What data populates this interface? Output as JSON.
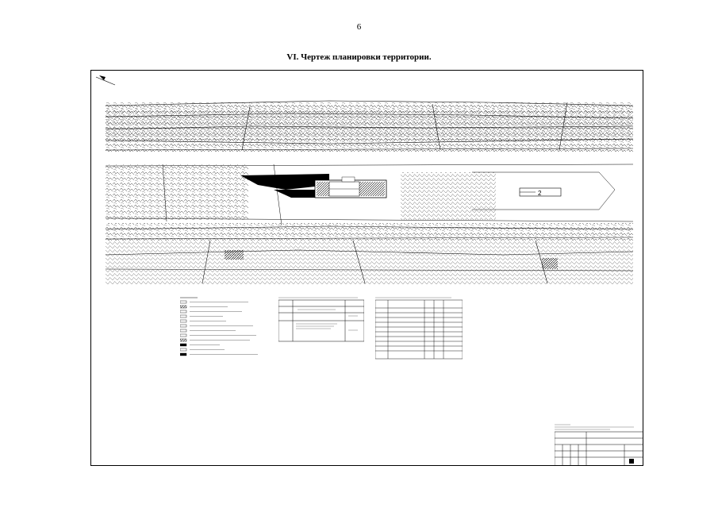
{
  "page": {
    "number": "6",
    "title": "VI. Чертеж планировки территории."
  },
  "drawing": {
    "area_label": "2"
  },
  "icons": {
    "north_arrow": "north-arrow-icon"
  },
  "colors": {
    "ink": "#000000",
    "paper": "#ffffff",
    "hatch": "#333333"
  }
}
